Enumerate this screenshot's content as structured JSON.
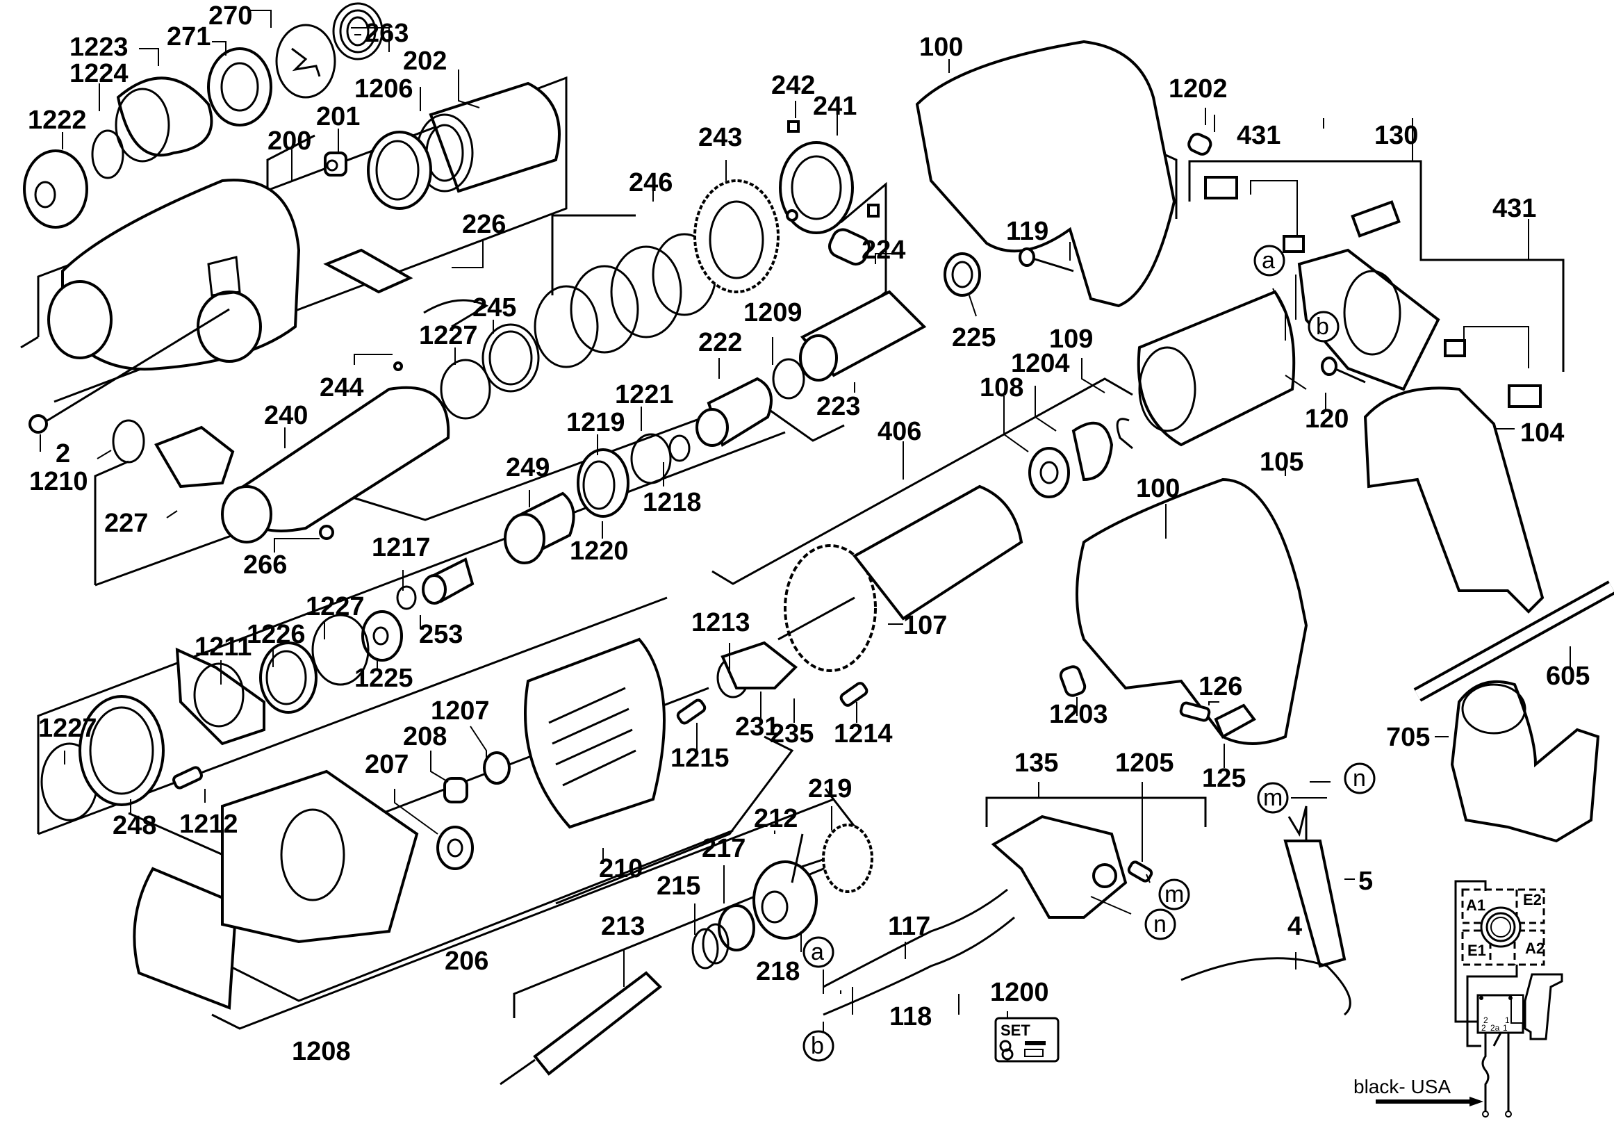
{
  "title": "Exploded parts diagram — hammer drill",
  "part_labels": [
    {
      "id": "270",
      "text": "270"
    },
    {
      "id": "263",
      "text": "263"
    },
    {
      "id": "271",
      "text": "271"
    },
    {
      "id": "1223",
      "text": "1223"
    },
    {
      "id": "1224",
      "text": "1224"
    },
    {
      "id": "202",
      "text": "202"
    },
    {
      "id": "1206",
      "text": "1206"
    },
    {
      "id": "1222",
      "text": "1222"
    },
    {
      "id": "201",
      "text": "201"
    },
    {
      "id": "200",
      "text": "200"
    },
    {
      "id": "226",
      "text": "226"
    },
    {
      "id": "245",
      "text": "245"
    },
    {
      "id": "1227a",
      "text": "1227"
    },
    {
      "id": "244",
      "text": "244"
    },
    {
      "id": "240",
      "text": "240"
    },
    {
      "id": "2",
      "text": "2"
    },
    {
      "id": "1210",
      "text": "1210"
    },
    {
      "id": "227",
      "text": "227"
    },
    {
      "id": "266",
      "text": "266"
    },
    {
      "id": "246",
      "text": "246"
    },
    {
      "id": "243",
      "text": "243"
    },
    {
      "id": "242",
      "text": "242"
    },
    {
      "id": "241",
      "text": "241"
    },
    {
      "id": "100a",
      "text": "100"
    },
    {
      "id": "1202",
      "text": "1202"
    },
    {
      "id": "431a",
      "text": "431"
    },
    {
      "id": "130",
      "text": "130"
    },
    {
      "id": "431b",
      "text": "431"
    },
    {
      "id": "119",
      "text": "119"
    },
    {
      "id": "224",
      "text": "224"
    },
    {
      "id": "225",
      "text": "225"
    },
    {
      "id": "1209",
      "text": "1209"
    },
    {
      "id": "222",
      "text": "222"
    },
    {
      "id": "223",
      "text": "223"
    },
    {
      "id": "109",
      "text": "109"
    },
    {
      "id": "1204",
      "text": "1204"
    },
    {
      "id": "108",
      "text": "108"
    },
    {
      "id": "1221",
      "text": "1221"
    },
    {
      "id": "1219",
      "text": "1219"
    },
    {
      "id": "1218",
      "text": "1218"
    },
    {
      "id": "249",
      "text": "249"
    },
    {
      "id": "1220",
      "text": "1220"
    },
    {
      "id": "406",
      "text": "406"
    },
    {
      "id": "120",
      "text": "120"
    },
    {
      "id": "104",
      "text": "104"
    },
    {
      "id": "105",
      "text": "105"
    },
    {
      "id": "100b",
      "text": "100"
    },
    {
      "id": "1217",
      "text": "1217"
    },
    {
      "id": "1227b",
      "text": "1227"
    },
    {
      "id": "1226",
      "text": "1226"
    },
    {
      "id": "253",
      "text": "253"
    },
    {
      "id": "1211",
      "text": "1211"
    },
    {
      "id": "1225",
      "text": "1225"
    },
    {
      "id": "107",
      "text": "107"
    },
    {
      "id": "1213",
      "text": "1213"
    },
    {
      "id": "605",
      "text": "605"
    },
    {
      "id": "1203",
      "text": "1203"
    },
    {
      "id": "126",
      "text": "126"
    },
    {
      "id": "231",
      "text": "231"
    },
    {
      "id": "235",
      "text": "235"
    },
    {
      "id": "1214",
      "text": "1214"
    },
    {
      "id": "1215",
      "text": "1215"
    },
    {
      "id": "1227c",
      "text": "1227"
    },
    {
      "id": "1207",
      "text": "1207"
    },
    {
      "id": "208",
      "text": "208"
    },
    {
      "id": "207",
      "text": "207"
    },
    {
      "id": "248",
      "text": "248"
    },
    {
      "id": "1212",
      "text": "1212"
    },
    {
      "id": "705",
      "text": "705"
    },
    {
      "id": "125",
      "text": "125"
    },
    {
      "id": "135",
      "text": "135"
    },
    {
      "id": "1205",
      "text": "1205"
    },
    {
      "id": "219",
      "text": "219"
    },
    {
      "id": "212",
      "text": "212"
    },
    {
      "id": "217",
      "text": "217"
    },
    {
      "id": "210",
      "text": "210"
    },
    {
      "id": "215",
      "text": "215"
    },
    {
      "id": "5",
      "text": "5"
    },
    {
      "id": "213",
      "text": "213"
    },
    {
      "id": "117",
      "text": "117"
    },
    {
      "id": "4",
      "text": "4"
    },
    {
      "id": "206",
      "text": "206"
    },
    {
      "id": "218",
      "text": "218"
    },
    {
      "id": "118",
      "text": "118"
    },
    {
      "id": "1200",
      "text": "1200"
    },
    {
      "id": "1208",
      "text": "1208"
    }
  ],
  "connectors": {
    "a": "a",
    "b": "b",
    "m": "m",
    "n": "n"
  },
  "set_icon": {
    "label": "SET"
  },
  "wiring": {
    "terminals": [
      "A1",
      "E2",
      "E1",
      "A2"
    ],
    "switch_pins": [
      "2",
      "2",
      "2a",
      "1",
      "1"
    ],
    "note": "black- USA"
  }
}
